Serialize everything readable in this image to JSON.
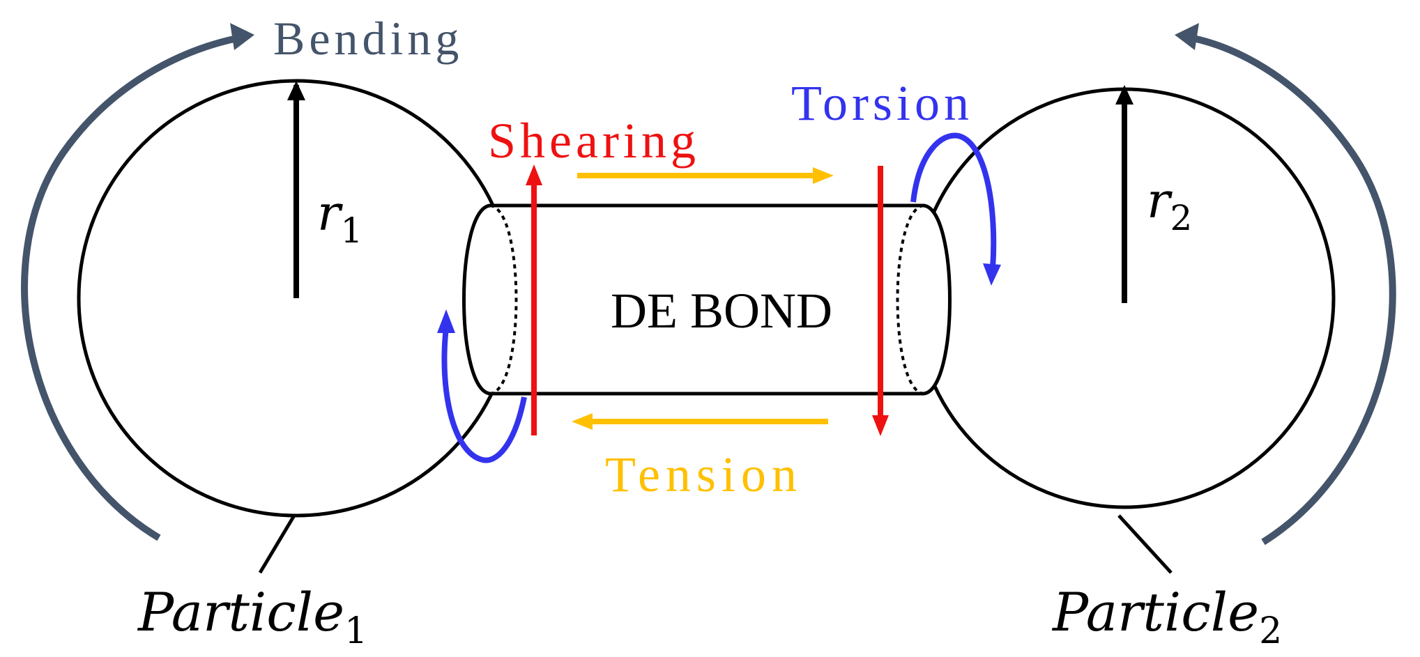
{
  "labels": {
    "bending": "Bending",
    "torsion": "Torsion",
    "shearing": "Shearing",
    "tension": "Tension",
    "bond": "DE BOND",
    "r1_base": "r",
    "r1_sub": "1",
    "r2_base": "r",
    "r2_sub": "2",
    "particle1_base": "Particle",
    "particle1_sub": "1",
    "particle2_base": "Particle",
    "particle2_sub": "2"
  },
  "colors": {
    "bending": "#44546a",
    "torsion": "#3333ee",
    "shearing": "#ee1111",
    "tension": "#ffc000",
    "outline": "#000000"
  }
}
